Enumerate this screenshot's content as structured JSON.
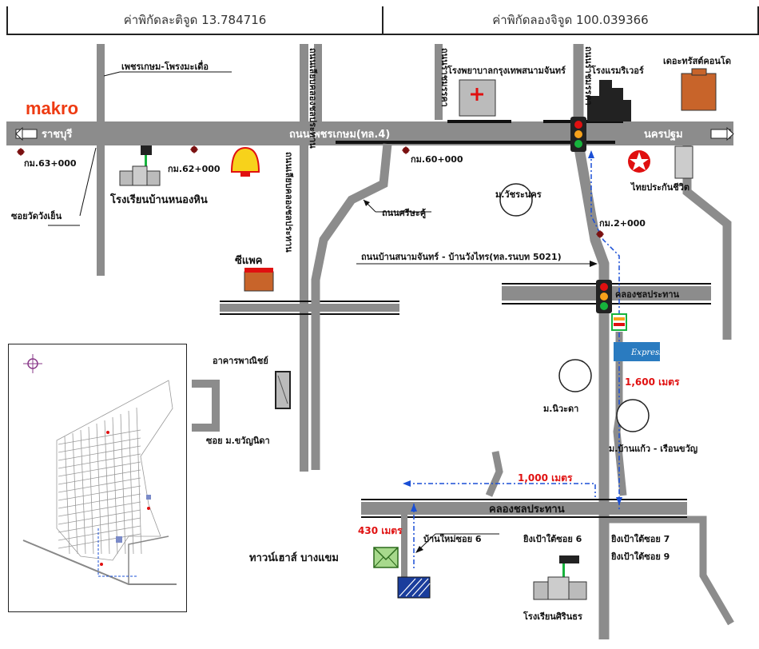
{
  "header": {
    "latitude_label": "ค่าพิกัดละติจูด 13.784716",
    "longitude_label": "ค่าพิกัดลองจิจูด 100.039366"
  },
  "colors": {
    "road": "#8c8c8c",
    "road_light": "#b5b5b5",
    "red": "#e01010",
    "route": "#1a4fd6",
    "makro": "#ee3b12"
  },
  "labels": {
    "makro": "makro",
    "petkasem_road_sign": "เพชรเกษม-โพรงมะเดื่อ",
    "ratchaburi": "ราชบุรี",
    "nakhon_pathom": "นครปฐม",
    "km63": "กม.63+000",
    "km62": "กม.62+000",
    "km60": "กม.60+000",
    "km2": "กม.2+000",
    "soi_wat_wang_yen": "ซอยวัดวังเย็น",
    "school_ban_nong_hin": "โรงเรียนบ้านหนองหิน",
    "main_road": "ถนนเพชรเกษม(ทล.4)",
    "hospital": "โรงพยาบาลกรุงเทพสนามจันทร์",
    "hotel": "โรงแรมริเวอร์",
    "condo": "เดอะทรัสต์คอนโด",
    "road_vertical_left": "ถนนเลียบคลองชลประทาน",
    "road_vertical_left2": "ถนนเลียบคลองชลประทาน",
    "mid_vertical_road": "ถนนราชมรรคา",
    "top_vertical_road": "ถนนราชมรรคา",
    "thai_insurance": "ไทยประกันชีวิต",
    "silpakorn": "ม.วัชระนคร",
    "sirichai_road": "ถนนศรีษะคู้",
    "sanamchan_road": "ถนนบ้านสนามจันทร์ - บ้านวังไทร(ทล.รนบท 5021)",
    "seven_eleven": "7-11",
    "supercheap": "ซีแพค",
    "khlong_chonprathan": "คลองชลประทาน",
    "lotus_express": "Express",
    "commercial": "อาคารพาณิชย์",
    "distance_1600": "1,600 เมตร",
    "nivet": "ม.นิวะดา",
    "soi_ban_ratana": "ซอย ม.ขวัญนิดา",
    "ban_kaew": "ม.บ้านแก้ว - เรือนขวัญ",
    "distance_1000": "1,000 เมตร",
    "khlong_chonprathan_2": "คลองชลประทาน",
    "distance_430": "430 เมตร",
    "ban_mai_soi6": "บ้านใหม่ซอย 6",
    "ying_pao_soi6": "ยิงเป้าใต้ซอย 6",
    "ying_pao_soi7": "ยิงเป้าใต้ซอย 7",
    "ying_pao_soi9": "ยิงเป้าใต้ซอย 9",
    "townhouse": "ทาวน์เฮาส์ บางแขม",
    "school_sirinthon": "โรงเรียนศิรินธร"
  },
  "icons": [
    "traffic-light-icon",
    "school-icon",
    "hospital-icon",
    "building-icon",
    "shell-icon",
    "texaco-star-icon",
    "km-marker-icon",
    "compass-icon",
    "seven-eleven-icon",
    "envelope-icon"
  ]
}
